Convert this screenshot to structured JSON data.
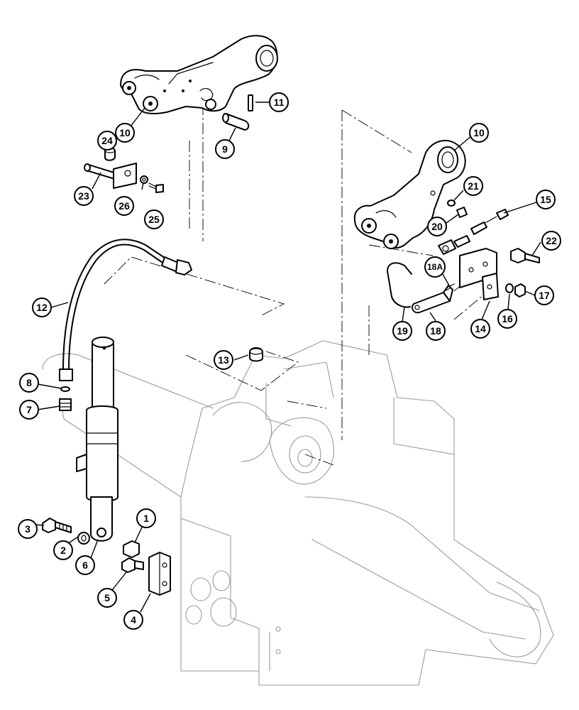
{
  "callouts": [
    {
      "id": "c1",
      "label": "1"
    },
    {
      "id": "c2",
      "label": "2"
    },
    {
      "id": "c3",
      "label": "3"
    },
    {
      "id": "c4",
      "label": "4"
    },
    {
      "id": "c5",
      "label": "5"
    },
    {
      "id": "c6",
      "label": "6"
    },
    {
      "id": "c7",
      "label": "7"
    },
    {
      "id": "c8",
      "label": "8"
    },
    {
      "id": "c9",
      "label": "9"
    },
    {
      "id": "c10a",
      "label": "10"
    },
    {
      "id": "c10b",
      "label": "10"
    },
    {
      "id": "c11",
      "label": "11"
    },
    {
      "id": "c12",
      "label": "12"
    },
    {
      "id": "c13",
      "label": "13"
    },
    {
      "id": "c14",
      "label": "14"
    },
    {
      "id": "c15",
      "label": "15"
    },
    {
      "id": "c16",
      "label": "16"
    },
    {
      "id": "c17",
      "label": "17"
    },
    {
      "id": "c18",
      "label": "18"
    },
    {
      "id": "c18A",
      "label": "18A"
    },
    {
      "id": "c19",
      "label": "19"
    },
    {
      "id": "c20",
      "label": "20"
    },
    {
      "id": "c21",
      "label": "21"
    },
    {
      "id": "c22",
      "label": "22"
    },
    {
      "id": "c23",
      "label": "23"
    },
    {
      "id": "c24",
      "label": "24"
    },
    {
      "id": "c25",
      "label": "25"
    },
    {
      "id": "c26",
      "label": "26"
    }
  ]
}
